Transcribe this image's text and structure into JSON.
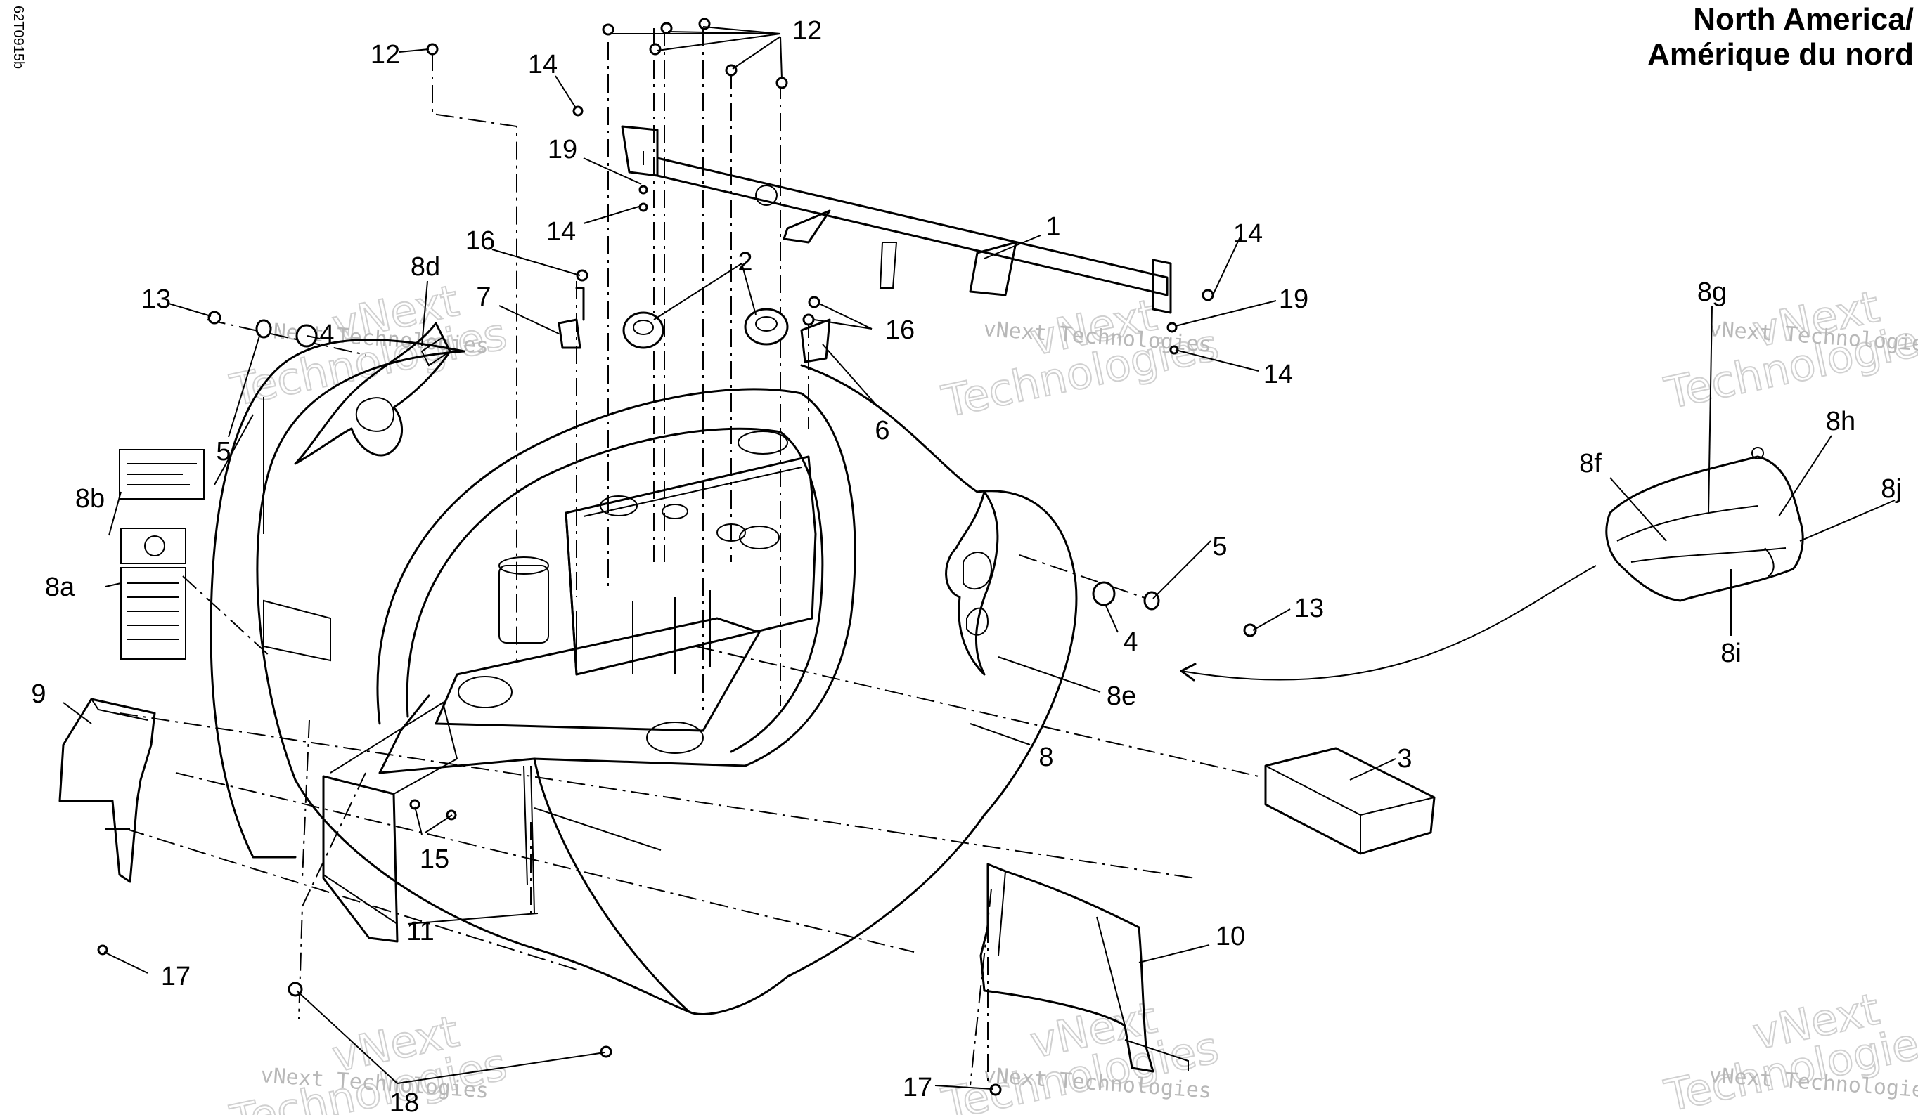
{
  "drawing_code": "62T0915b",
  "region_label": {
    "line1": "North America/",
    "line2": "Amérique du nord"
  },
  "watermark": {
    "line1": "vNext Technologies",
    "brand_top": "vNext",
    "brand_bottom": "Technologies"
  },
  "callouts": [
    "1",
    "2",
    "3",
    "4",
    "4",
    "5",
    "5",
    "6",
    "7",
    "8",
    "8a",
    "8b",
    "8d",
    "8e",
    "8f",
    "8g",
    "8h",
    "8i",
    "8j",
    "9",
    "10",
    "11",
    "12",
    "12",
    "13",
    "13",
    "14",
    "14",
    "14",
    "14",
    "15",
    "16",
    "16",
    "17",
    "17",
    "18",
    "19",
    "19"
  ]
}
